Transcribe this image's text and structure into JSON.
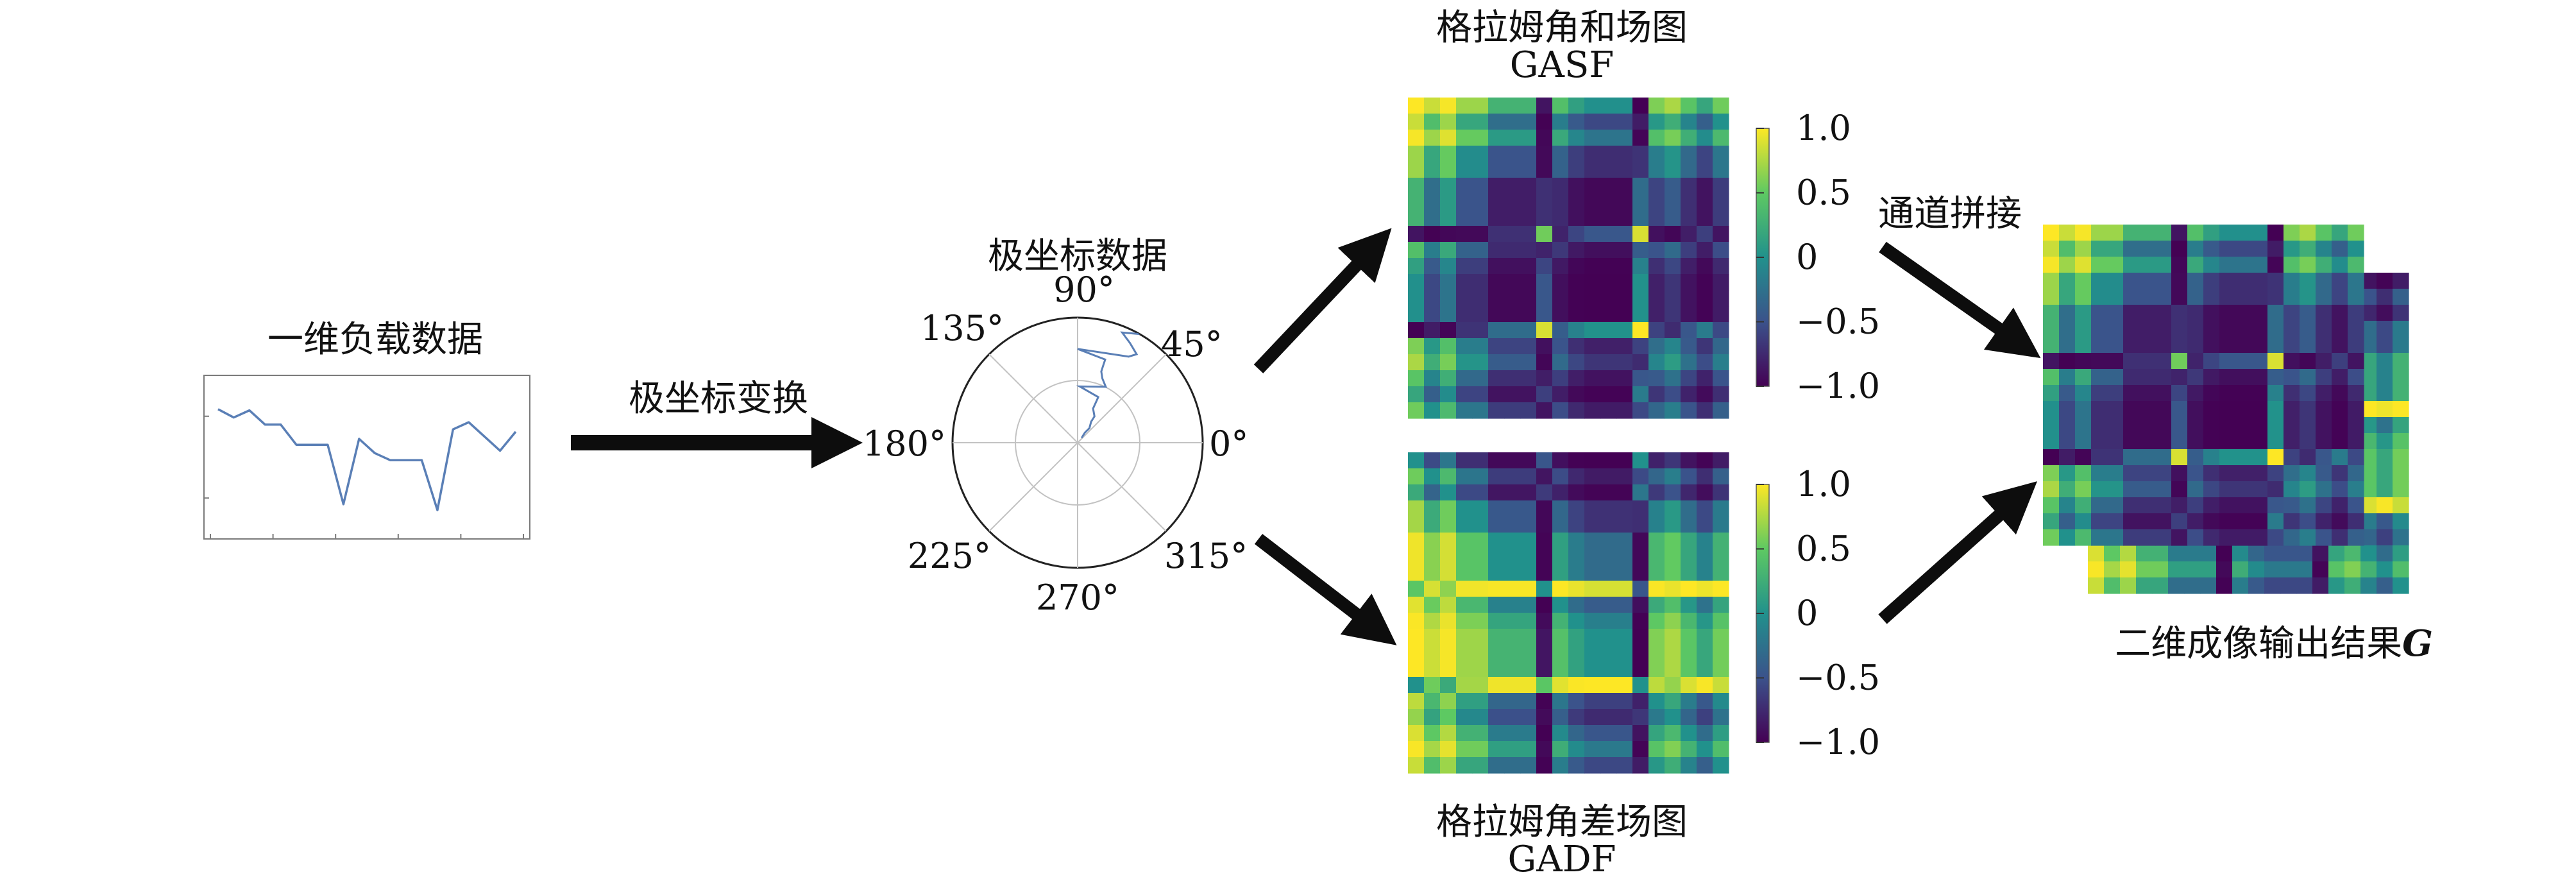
{
  "labels": {
    "series_1d": "一维负载数据",
    "polar_transform": "极坐标变换",
    "polar_data": "极坐标数据",
    "gasf_cn": "格拉姆角和场图",
    "gasf_en": "GASF",
    "gadf_cn": "格拉姆角差场图",
    "gadf_en": "GADF",
    "concat": "通道拼接",
    "result_text": "二维成像输出结果",
    "result_symbol": "G"
  },
  "polar_angles": [
    "90°",
    "45°",
    "135°",
    "180°",
    "0°",
    "225°",
    "315°",
    "270°"
  ],
  "colorbar_ticks": [
    "1.0",
    "0.5",
    "0",
    "−0.5",
    "−1.0"
  ],
  "colorbar_tick_values": [
    1.0,
    0.5,
    0,
    -0.5,
    -1.0
  ],
  "colormap": [
    "#440154",
    "#3b528b",
    "#21918c",
    "#5ec962",
    "#fde725"
  ],
  "series_values": [
    0.85,
    0.78,
    0.84,
    0.72,
    0.72,
    0.55,
    0.55,
    0.55,
    0.05,
    0.6,
    0.48,
    0.42,
    0.42,
    0.42,
    0.0,
    0.68,
    0.74,
    0.62,
    0.5,
    0.66
  ]
}
